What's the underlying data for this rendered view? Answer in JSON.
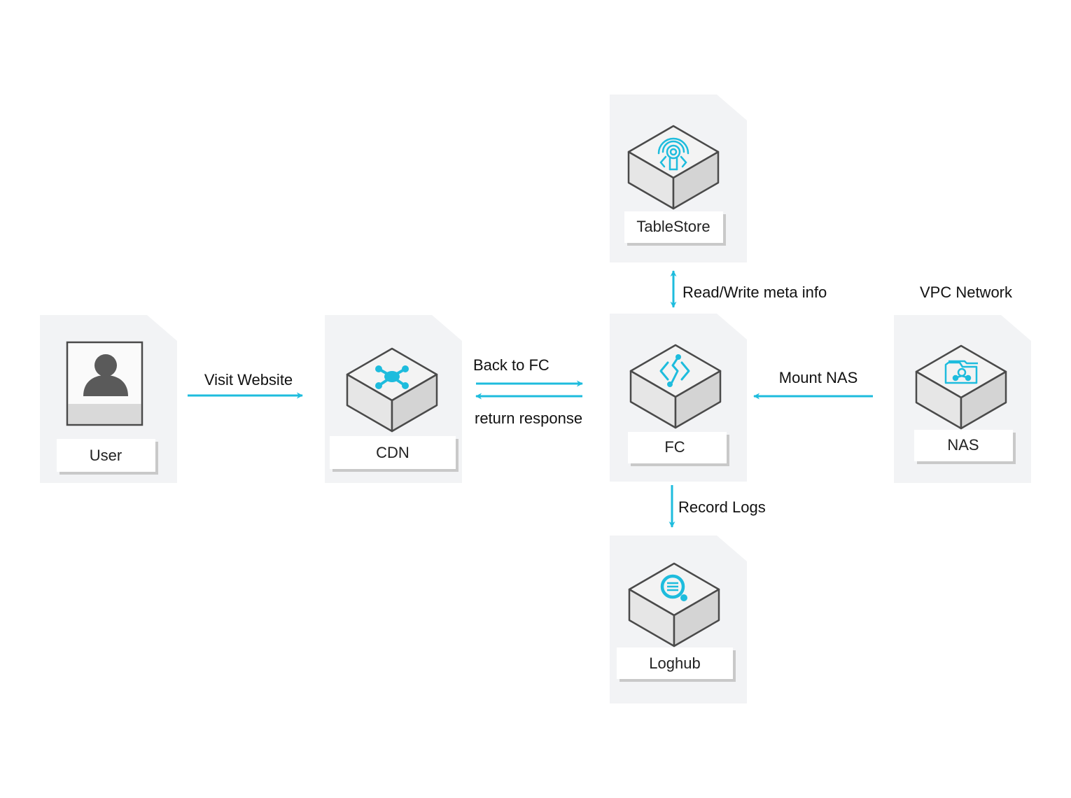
{
  "colors": {
    "accent": "#1EBCDD",
    "card": "#F2F3F5",
    "cube_top": "#F3F3F3",
    "cube_side_left": "#E4E4E4",
    "cube_side_right": "#D2D2D2",
    "cube_outline": "#4A4A4A",
    "user_icon": "#5A5A5A"
  },
  "nodes": {
    "user": {
      "label": "User",
      "icon": "user-avatar-icon"
    },
    "cdn": {
      "label": "CDN",
      "icon": "cdn-network-icon"
    },
    "fc": {
      "label": "FC",
      "icon": "function-compute-icon"
    },
    "tablestore": {
      "label": "TableStore",
      "icon": "tablestore-icon"
    },
    "nas": {
      "label": "NAS",
      "icon": "nas-folder-icon"
    },
    "loghub": {
      "label": "Loghub",
      "icon": "loghub-search-icon"
    }
  },
  "edges": {
    "visit_website": "Visit Website",
    "back_to_fc": "Back to FC",
    "return_response": "return response",
    "read_write": "Read/Write meta info",
    "mount_nas": "Mount NAS",
    "record_logs": "Record Logs"
  },
  "group_label": "VPC Network"
}
